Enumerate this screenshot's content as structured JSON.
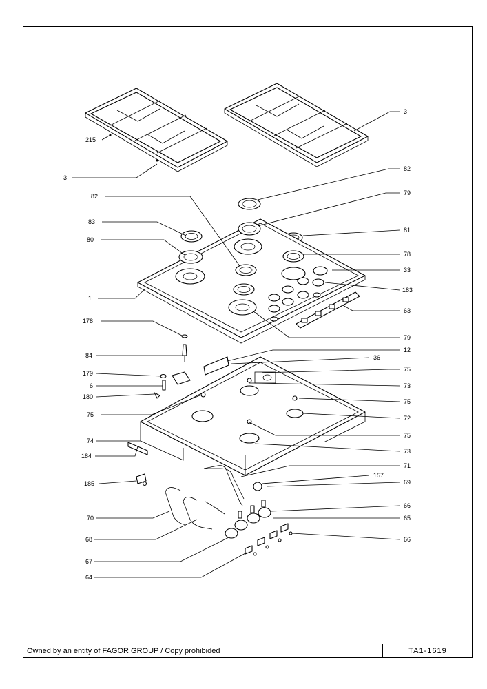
{
  "footer": {
    "notice": "Owned by an entity of FAGOR GROUP / Copy prohibided",
    "code": "TA1-1619"
  },
  "callouts": {
    "l215": "215",
    "l3a": "3",
    "l3b": "3",
    "l82a": "82",
    "l82b": "82",
    "l79a": "79",
    "l79b": "79",
    "l83": "83",
    "l81": "81",
    "l80": "80",
    "l78": "78",
    "l33": "33",
    "l183": "183",
    "l1": "1",
    "l63": "63",
    "l178": "178",
    "l12": "12",
    "l36": "36",
    "l84": "84",
    "l179": "179",
    "l6": "6",
    "l180": "180",
    "l75a": "75",
    "l75b": "75",
    "l75c": "75",
    "l75d": "75",
    "l73a": "73",
    "l73b": "73",
    "l72": "72",
    "l74": "74",
    "l184": "184",
    "l71": "71",
    "l157": "157",
    "l69": "69",
    "l185": "185",
    "l66a": "66",
    "l66b": "66",
    "l65": "65",
    "l70": "70",
    "l68": "68",
    "l67": "67",
    "l64": "64"
  }
}
